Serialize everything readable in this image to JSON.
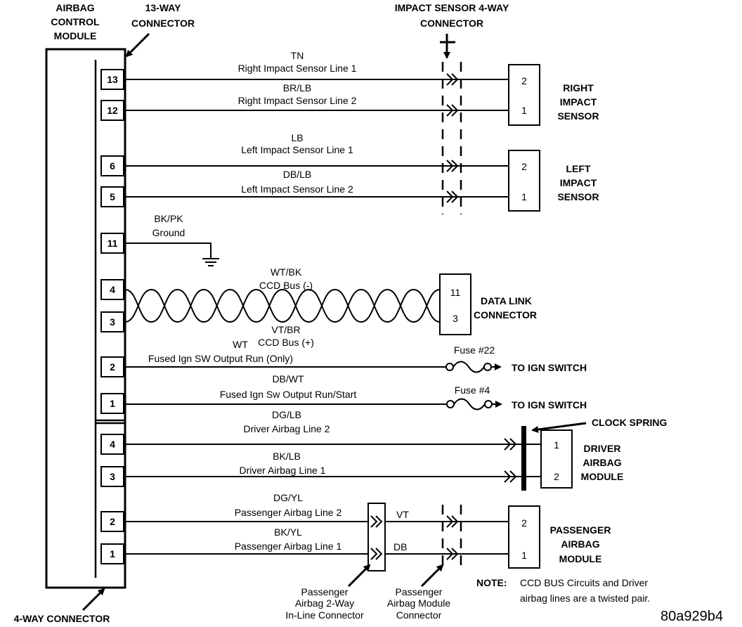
{
  "module": {
    "title_lines": [
      "AIRBAG",
      "CONTROL",
      "MODULE"
    ]
  },
  "connectors": {
    "thirteen_way": [
      "13-WAY",
      "CONNECTOR"
    ],
    "four_way": "4-WAY CONNECTOR",
    "impact_sensor": [
      "IMPACT SENSOR 4-WAY",
      "CONNECTOR"
    ]
  },
  "wires": [
    {
      "id": "w13",
      "pin": "13",
      "color": "TN",
      "name": "Right Impact Sensor Line 1"
    },
    {
      "id": "w12",
      "pin": "12",
      "color": "BR/LB",
      "name": "Right Impact Sensor Line 2"
    },
    {
      "id": "w6",
      "pin": "6",
      "color": "LB",
      "name": "Left Impact Sensor Line 1"
    },
    {
      "id": "w5",
      "pin": "5",
      "color": "DB/LB",
      "name": "Left Impact Sensor Line 2"
    },
    {
      "id": "w11",
      "pin": "11",
      "color": "BK/PK",
      "name": "Ground"
    },
    {
      "id": "w4a",
      "pin": "4",
      "color": "WT/BK",
      "name": "CCD Bus (-)"
    },
    {
      "id": "w3a",
      "pin": "3",
      "color": "VT/BR",
      "name": "CCD Bus (+)"
    },
    {
      "id": "w2a",
      "pin": "2",
      "color": "WT",
      "name": "Fused Ign SW Output Run (Only)"
    },
    {
      "id": "w1a",
      "pin": "1",
      "color": "DB/WT",
      "name": "Fused Ign Sw Output Run/Start"
    },
    {
      "id": "w4b",
      "pin": "4",
      "color": "DG/LB",
      "name": "Driver Airbag Line 2"
    },
    {
      "id": "w3b",
      "pin": "3",
      "color": "BK/LB",
      "name": "Driver Airbag Line 1"
    },
    {
      "id": "w2b",
      "pin": "2",
      "color": "DG/YL",
      "name": "Passenger Airbag Line 2"
    },
    {
      "id": "w1b",
      "pin": "1",
      "color": "BK/YL",
      "name": "Passenger Airbag Line 1"
    }
  ],
  "inline_colors": {
    "upper": "VT",
    "lower": "DB"
  },
  "right_sensor": {
    "pins": [
      "2",
      "1"
    ],
    "label_lines": [
      "RIGHT",
      "IMPACT",
      "SENSOR"
    ]
  },
  "left_sensor": {
    "pins": [
      "2",
      "1"
    ],
    "label_lines": [
      "LEFT",
      "IMPACT",
      "SENSOR"
    ]
  },
  "data_link": {
    "pins": [
      "11",
      "3"
    ],
    "label_lines": [
      "DATA LINK",
      "CONNECTOR"
    ]
  },
  "fuses": [
    {
      "name": "Fuse #22",
      "dest": "TO IGN SWITCH"
    },
    {
      "name": "Fuse #4",
      "dest": "TO IGN SWITCH"
    }
  ],
  "clock_spring": "CLOCK SPRING",
  "driver_module": {
    "pins": [
      "1",
      "2"
    ],
    "label_lines": [
      "DRIVER",
      "AIRBAG",
      "MODULE"
    ]
  },
  "passenger_module": {
    "pins": [
      "2",
      "1"
    ],
    "label_lines": [
      "PASSENGER",
      "AIRBAG",
      "MODULE"
    ]
  },
  "inline_connector_label": [
    "Passenger",
    "Airbag 2-Way",
    "In-Line Connector"
  ],
  "module_connector_label": [
    "Passenger",
    "Airbag Module",
    "Connector"
  ],
  "note": {
    "prefix": "NOTE:",
    "lines": [
      "CCD BUS Circuits and Driver",
      "airbag lines are a twisted pair."
    ]
  },
  "figure_id": "80a929b4"
}
